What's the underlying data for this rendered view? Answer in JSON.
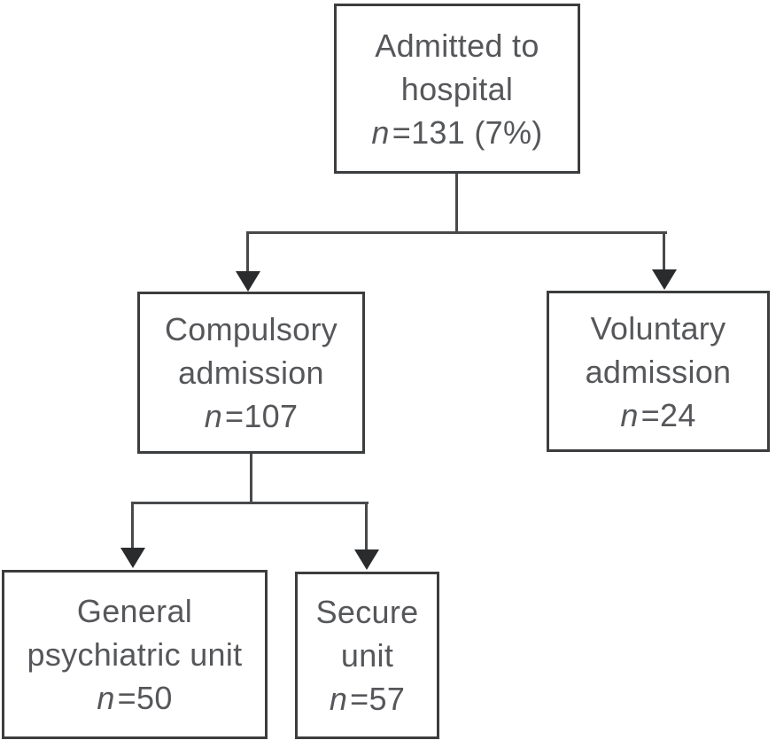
{
  "diagram": {
    "type": "flowchart",
    "colors": {
      "background": "#ffffff",
      "box_border": "#3c3d3f",
      "connector_line": "#48494b",
      "arrowhead": "#2a2b2d",
      "text": "#56575a"
    },
    "nodes": [
      {
        "name": "admitted-to-hospital",
        "lines": [
          "Admitted to",
          "hospital"
        ],
        "n_label": "n",
        "n_value": "=131 (7%)"
      },
      {
        "name": "compulsory-admission",
        "lines": [
          "Compulsory",
          "admission"
        ],
        "n_label": "n",
        "n_value": "=107"
      },
      {
        "name": "voluntary-admission",
        "lines": [
          "Voluntary",
          "admission"
        ],
        "n_label": "n",
        "n_value": "=24"
      },
      {
        "name": "general-psychiatric-unit",
        "lines": [
          "General",
          "psychiatric unit"
        ],
        "n_label": "n",
        "n_value": "=50"
      },
      {
        "name": "secure-unit",
        "lines": [
          "Secure",
          "unit"
        ],
        "n_label": "n",
        "n_value": "=57"
      }
    ],
    "edges": [
      {
        "from": "admitted-to-hospital",
        "to": "compulsory-admission"
      },
      {
        "from": "admitted-to-hospital",
        "to": "voluntary-admission"
      },
      {
        "from": "compulsory-admission",
        "to": "general-psychiatric-unit"
      },
      {
        "from": "compulsory-admission",
        "to": "secure-unit"
      }
    ]
  }
}
